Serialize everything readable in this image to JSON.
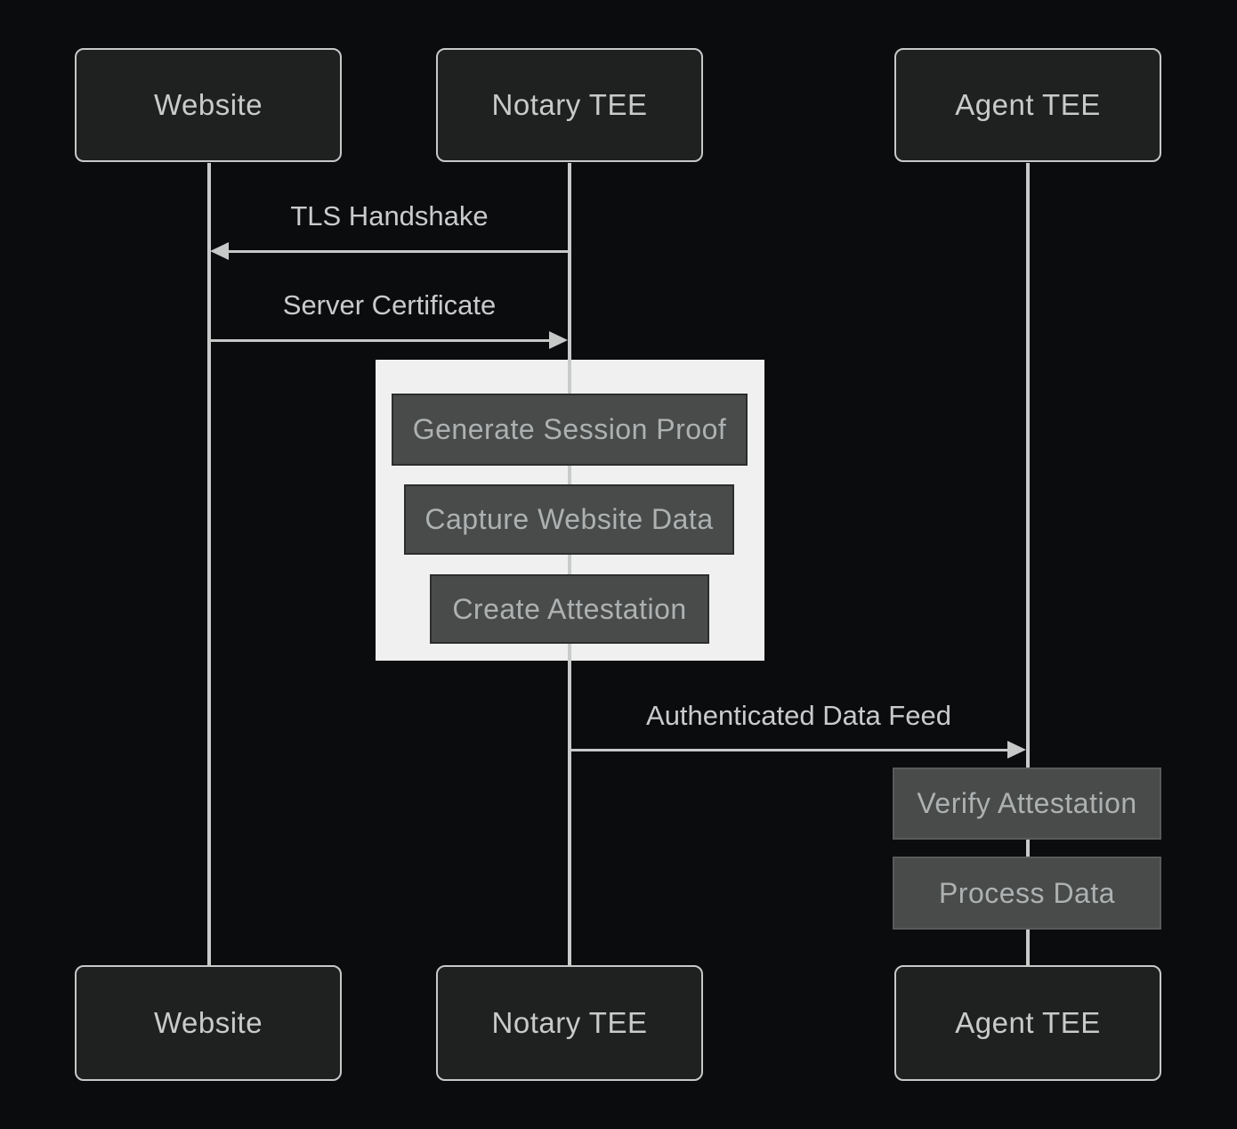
{
  "diagram": {
    "type": "sequence-diagram",
    "actors": [
      {
        "id": "website",
        "label": "Website"
      },
      {
        "id": "notary-tee",
        "label": "Notary TEE"
      },
      {
        "id": "agent-tee",
        "label": "Agent TEE"
      }
    ],
    "messages": [
      {
        "label": "TLS Handshake",
        "from": "notary-tee",
        "to": "website",
        "direction": "left"
      },
      {
        "label": "Server Certificate",
        "from": "website",
        "to": "notary-tee",
        "direction": "right"
      },
      {
        "label": "Authenticated Data Feed",
        "from": "notary-tee",
        "to": "agent-tee",
        "direction": "right"
      }
    ],
    "notary_actions": [
      "Generate Session Proof",
      "Capture Website Data",
      "Create Attestation"
    ],
    "agent_actions": [
      "Verify Attestation",
      "Process Data"
    ],
    "colors": {
      "background": "#0b0c0e",
      "actor_fill": "#1f2121",
      "actor_border": "#c7c9c9",
      "text_light": "#c9cbcb",
      "lifeline": "#c9cbcb",
      "arrow": "#c7c9c9",
      "highlight_panel": "#eff0ef",
      "action_fill": "#494b4b",
      "action_border_on_panel": "#2c2d2d",
      "action_border_on_dark": "#595b5b",
      "action_text": "#aeb1b1"
    }
  }
}
